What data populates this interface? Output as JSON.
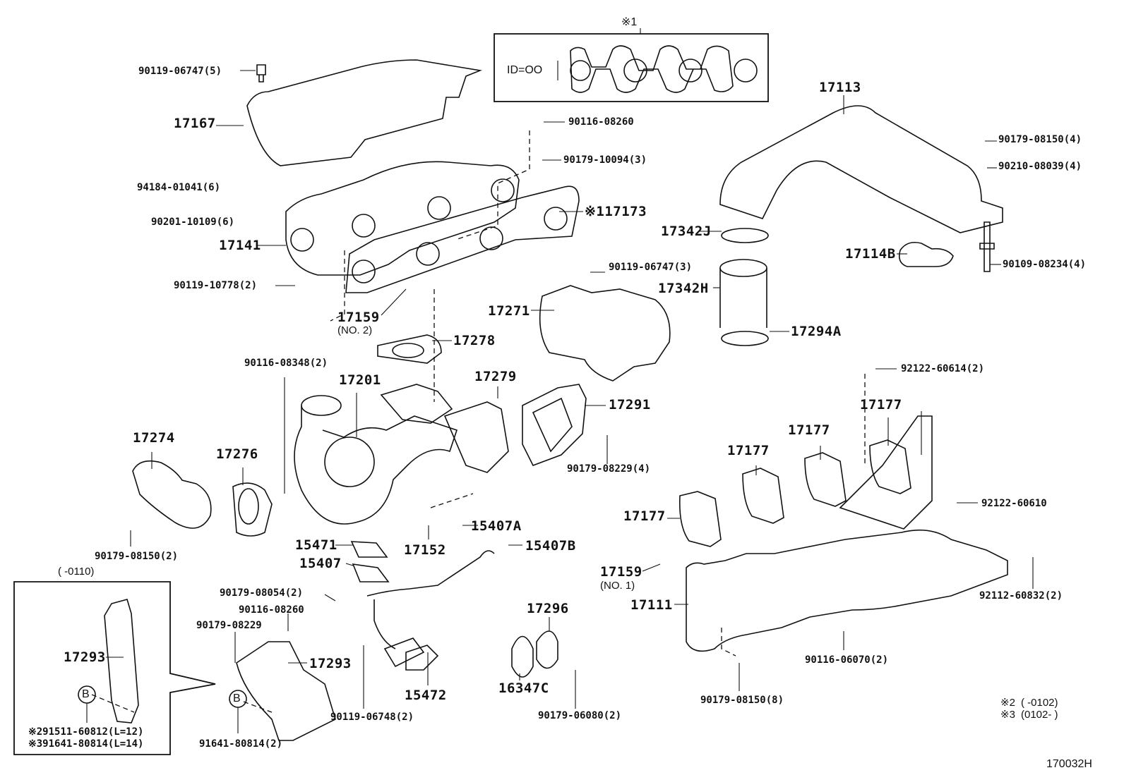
{
  "diagram": {
    "figure_id": "170032H",
    "inset_gasket": {
      "marker": "※1",
      "id_label": "ID=OO"
    },
    "inset_bracket": {
      "range_label": "(      -0110)"
    },
    "notes": [
      {
        "marker": "※2",
        "text": "(        -0102)"
      },
      {
        "marker": "※3",
        "text": "(0102-        )"
      }
    ],
    "callouts": {
      "p90119_06747_5": "90119-06747(5)",
      "p17167": "17167",
      "p90116_08260_top": "90116-08260",
      "p90179_10094_3": "90179-10094(3)",
      "p94184_01041_6": "94184-01041(6)",
      "p90201_10109_6": "90201-10109(6)",
      "p17173": "※117173",
      "p17141": "17141",
      "p90119_10778_2": "90119-10778(2)",
      "p17159_no2": "17159",
      "p17159_no2_sub": "(NO. 2)",
      "p90119_06747_3": "90119-06747(3)",
      "p17271": "17271",
      "p17278": "17278",
      "p17113": "17113",
      "p90179_08150_4": "90179-08150(4)",
      "p90210_08039_4": "90210-08039(4)",
      "p17342J": "17342J",
      "p17114B": "17114B",
      "p90109_08234_4": "90109-08234(4)",
      "p17342H": "17342H",
      "p17294A": "17294A",
      "p90116_08348_2": "90116-08348(2)",
      "p17201": "17201",
      "p17279": "17279",
      "p17291": "17291",
      "p90179_08229_4": "90179-08229(4)",
      "p92122_60614_2": "92122-60614(2)",
      "p17177_a": "17177",
      "p17177_b": "17177",
      "p17177_c": "17177",
      "p17177_d": "17177",
      "p92122_60610": "92122-60610",
      "p17274": "17274",
      "p17276": "17276",
      "p90179_08150_2": "90179-08150(2)",
      "p15407A": "15407A",
      "p15471": "15471",
      "p17152": "17152",
      "p15407B": "15407B",
      "p15407": "15407",
      "p17159_no1": "17159",
      "p17159_no1_sub": "(NO. 1)",
      "p17111": "17111",
      "p92112_60832_2": "92112-60832(2)",
      "p90179_08054_2": "90179-08054(2)",
      "p90116_08260_low": "90116-08260",
      "p90179_08229": "90179-08229",
      "p17293_inset": "17293",
      "p17293": "17293",
      "p17296": "17296",
      "p90116_06070_2": "90116-06070(2)",
      "p15472": "15472",
      "p16347C": "16347C",
      "p90119_06748_2": "90119-06748(2)",
      "p90179_06080_2": "90179-06080(2)",
      "p90179_08150_8": "90179-08150(8)",
      "p91511_60812": "※291511-60812(L=12)",
      "p91641_80814_alt": "※391641-80814(L=14)",
      "p91641_80814_2": "91641-80814(2)",
      "circle_B": "B"
    }
  }
}
